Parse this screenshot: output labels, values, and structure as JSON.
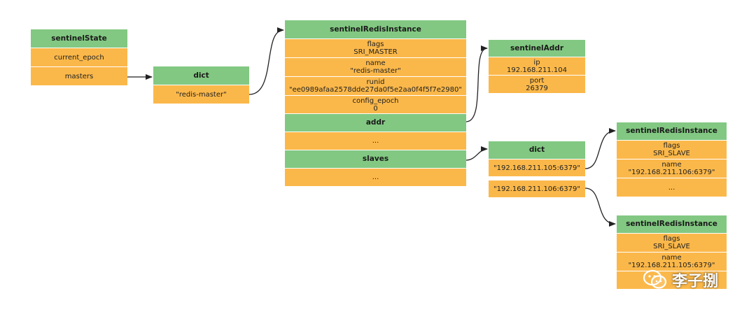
{
  "sentinelState": {
    "title": "sentinelState",
    "fields": [
      "current_epoch",
      "masters"
    ]
  },
  "dict_masters": {
    "title": "dict",
    "entries": [
      "\"redis-master\""
    ]
  },
  "master_instance": {
    "title": "sentinelRedisInstance",
    "fields": [
      {
        "name": "flags",
        "value": "SRI_MASTER"
      },
      {
        "name": "name",
        "value": "\"redis-master\""
      },
      {
        "name": "runid",
        "value": "\"ee0989afaa2578dde27da0f5e2aa0f4f5f7e2980\""
      },
      {
        "name": "config_epoch",
        "value": "0"
      }
    ],
    "addr_label": "addr",
    "ellipsis1": "...",
    "slaves_label": "slaves",
    "ellipsis2": "..."
  },
  "sentinel_addr": {
    "title": "sentinelAddr",
    "fields": [
      {
        "name": "ip",
        "value": "192.168.211.104"
      },
      {
        "name": "port",
        "value": "26379"
      }
    ]
  },
  "dict_slaves": {
    "title": "dict",
    "entries": [
      "\"192.168.211.105:6379\"",
      "\"192.168.211.106:6379\""
    ]
  },
  "slave_instance_1": {
    "title": "sentinelRedisInstance",
    "fields": [
      {
        "name": "flags",
        "value": "SRI_SLAVE"
      },
      {
        "name": "name",
        "value": "\"192.168.211.106:6379\""
      }
    ],
    "ellipsis": "..."
  },
  "slave_instance_2": {
    "title": "sentinelRedisInstance",
    "fields": [
      {
        "name": "flags",
        "value": "SRI_SLAVE"
      },
      {
        "name": "name",
        "value": "\"192.168.211.105:6379\""
      }
    ]
  },
  "watermark": {
    "text": "李子捌",
    "icon": "wechat-icon"
  },
  "colors": {
    "header": "#82c882",
    "field": "#fbb84a",
    "line": "#222222"
  }
}
